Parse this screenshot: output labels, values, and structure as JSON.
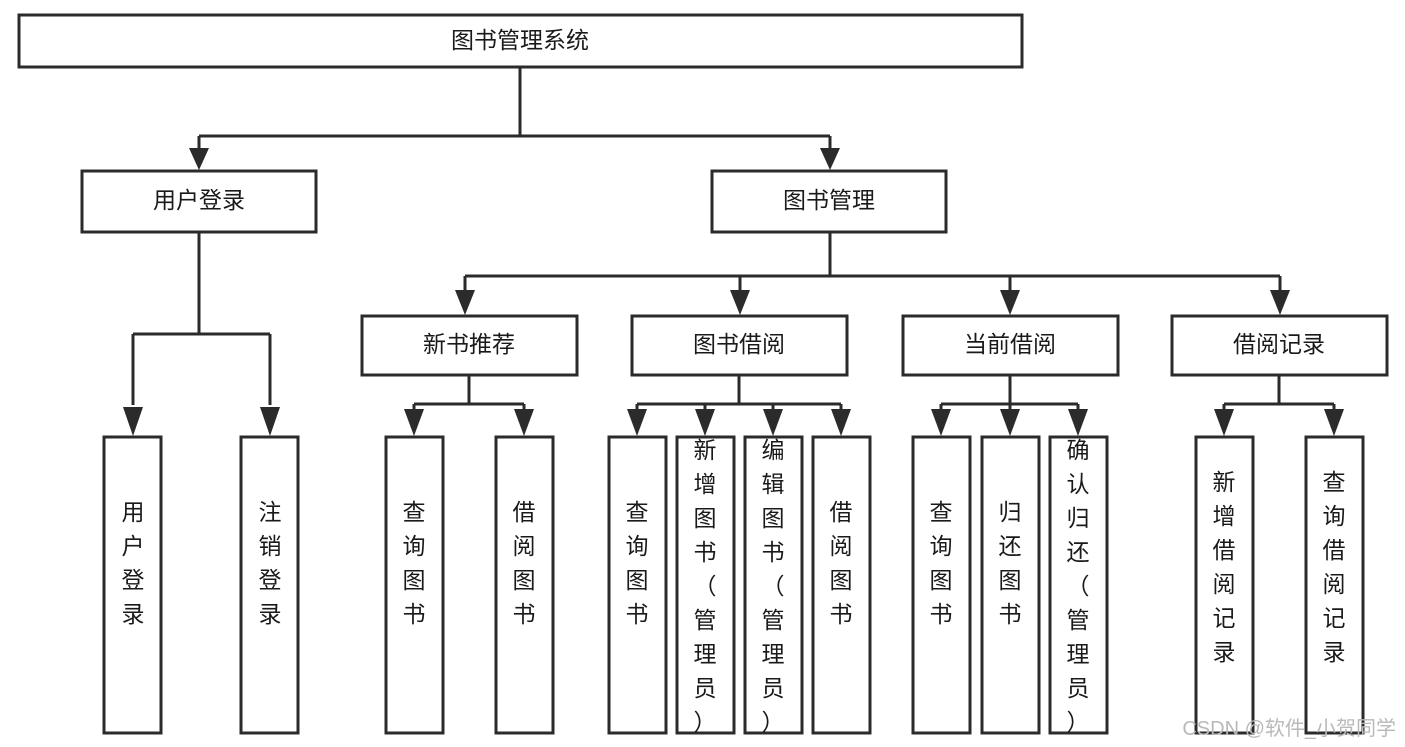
{
  "diagram": {
    "title": "图书管理系统",
    "type": "tree",
    "root": {
      "id": "root",
      "label": "图书管理系统",
      "orientation": "horizontal"
    },
    "level2": [
      {
        "id": "user-login",
        "label": "用户登录",
        "orientation": "horizontal"
      },
      {
        "id": "book-management",
        "label": "图书管理",
        "orientation": "horizontal"
      }
    ],
    "level3": [
      {
        "id": "new-book-recommend",
        "label": "新书推荐",
        "parent": "book-management",
        "orientation": "horizontal"
      },
      {
        "id": "book-borrow",
        "label": "图书借阅",
        "parent": "book-management",
        "orientation": "horizontal"
      },
      {
        "id": "current-borrow",
        "label": "当前借阅",
        "parent": "book-management",
        "orientation": "horizontal"
      },
      {
        "id": "borrow-record",
        "label": "借阅记录",
        "parent": "book-management",
        "orientation": "horizontal"
      }
    ],
    "leaves": [
      {
        "id": "leaf-user-login",
        "label": "用户登录",
        "parent": "user-login",
        "orientation": "vertical"
      },
      {
        "id": "leaf-logout",
        "label": "注销登录",
        "parent": "user-login",
        "orientation": "vertical"
      },
      {
        "id": "leaf-query-book-1",
        "label": "查询图书",
        "parent": "new-book-recommend",
        "orientation": "vertical"
      },
      {
        "id": "leaf-borrow-book-1",
        "label": "借阅图书",
        "parent": "new-book-recommend",
        "orientation": "vertical"
      },
      {
        "id": "leaf-query-book-2",
        "label": "查询图书",
        "parent": "book-borrow",
        "orientation": "vertical"
      },
      {
        "id": "leaf-add-book",
        "label": "新增图书（管理员）",
        "parent": "book-borrow",
        "orientation": "vertical"
      },
      {
        "id": "leaf-edit-book",
        "label": "编辑图书（管理员）",
        "parent": "book-borrow",
        "orientation": "vertical"
      },
      {
        "id": "leaf-borrow-book-2",
        "label": "借阅图书",
        "parent": "book-borrow",
        "orientation": "vertical"
      },
      {
        "id": "leaf-query-book-3",
        "label": "查询图书",
        "parent": "current-borrow",
        "orientation": "vertical"
      },
      {
        "id": "leaf-return-book",
        "label": "归还图书",
        "parent": "current-borrow",
        "orientation": "vertical"
      },
      {
        "id": "leaf-confirm-return",
        "label": "确认归还（管理员）",
        "parent": "current-borrow",
        "orientation": "vertical"
      },
      {
        "id": "leaf-add-borrow-record",
        "label": "新增借阅记录",
        "parent": "borrow-record",
        "orientation": "vertical"
      },
      {
        "id": "leaf-query-borrow-record",
        "label": "查询借阅记录",
        "parent": "borrow-record",
        "orientation": "vertical"
      }
    ]
  },
  "watermark": {
    "text": "CSDN @软件_小贺同学"
  },
  "colors": {
    "stroke": "#2b2b2b",
    "fill": "#ffffff",
    "text": "#1a1a1a",
    "watermark": "#b9b9b9",
    "background": "#ffffff"
  }
}
